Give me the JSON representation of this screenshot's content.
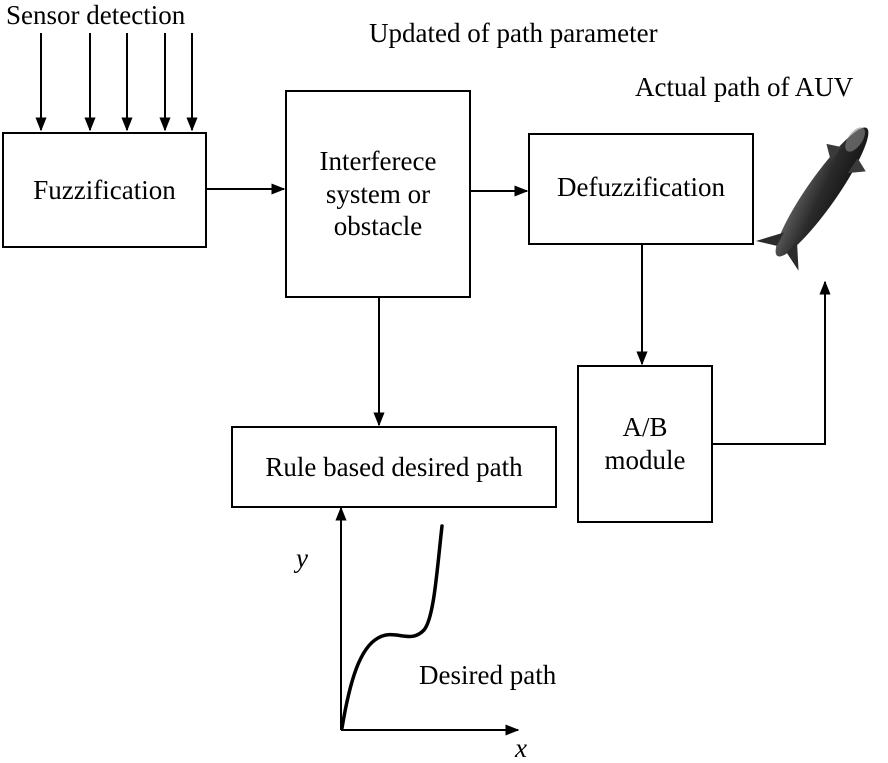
{
  "labels": {
    "sensor_detection": "Sensor detection",
    "updated_path_parameter": "Updated of path parameter",
    "actual_path": "Actual path of AUV",
    "desired_path": "Desired path"
  },
  "boxes": {
    "fuzzification": "Fuzzification",
    "interference_line1": "Interferece",
    "interference_line2": "system or",
    "interference_line3": "obstacle",
    "defuzzification": "Defuzzification",
    "ab_line1": "A/B",
    "ab_line2": "module",
    "rule_based": "Rule based desired path"
  },
  "axes": {
    "x": "x",
    "y": "y"
  },
  "icons": {
    "vehicle": "auv-icon"
  }
}
